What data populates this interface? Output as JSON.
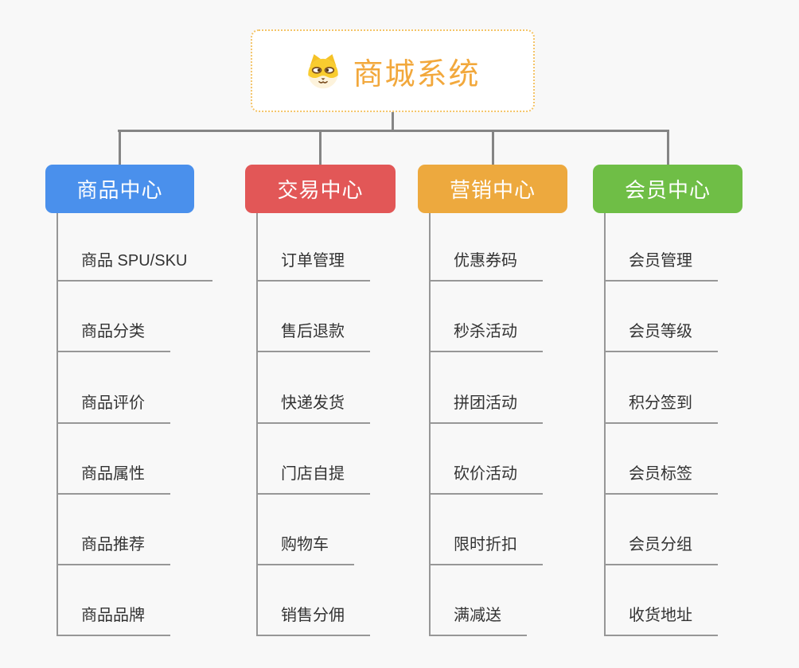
{
  "colors": {
    "background": "#F8F8F8",
    "root_accent": "#F2A83C",
    "root_border": "#F4C468",
    "connector": "#858585",
    "child_line": "#979797",
    "leaf_text": "#333333"
  },
  "root": {
    "title": "商城系统",
    "icon": "dog-face-icon"
  },
  "branches": [
    {
      "label": "商品中心",
      "color": "#4A90EC",
      "children": [
        "商品 SPU/SKU",
        "商品分类",
        "商品评价",
        "商品属性",
        "商品推荐",
        "商品品牌"
      ]
    },
    {
      "label": "交易中心",
      "color": "#E25757",
      "children": [
        "订单管理",
        "售后退款",
        "快递发货",
        "门店自提",
        "购物车",
        "销售分佣"
      ]
    },
    {
      "label": "营销中心",
      "color": "#EDA93E",
      "children": [
        "优惠券码",
        "秒杀活动",
        "拼团活动",
        "砍价活动",
        "限时折扣",
        "满减送"
      ]
    },
    {
      "label": "会员中心",
      "color": "#6FBE46",
      "children": [
        "会员管理",
        "会员等级",
        "积分签到",
        "会员标签",
        "会员分组",
        "收货地址"
      ]
    }
  ]
}
